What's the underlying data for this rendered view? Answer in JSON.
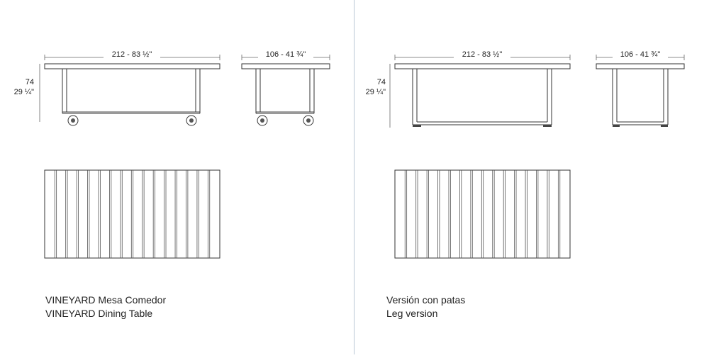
{
  "left": {
    "front_width_label": "212 - 83 ½\"",
    "side_width_label": "106 - 41 ¾\"",
    "height_cm": "74",
    "height_in": "29 ¼\"",
    "caption_line1": "VINEYARD Mesa Comedor",
    "caption_line2": "VINEYARD Dining Table"
  },
  "right": {
    "front_width_label": "212 - 83 ½\"",
    "side_width_label": "106 - 41 ¾\"",
    "height_cm": "74",
    "height_in": "29 ¼\"",
    "caption_line1": "Versión con patas",
    "caption_line2": "Leg version"
  }
}
